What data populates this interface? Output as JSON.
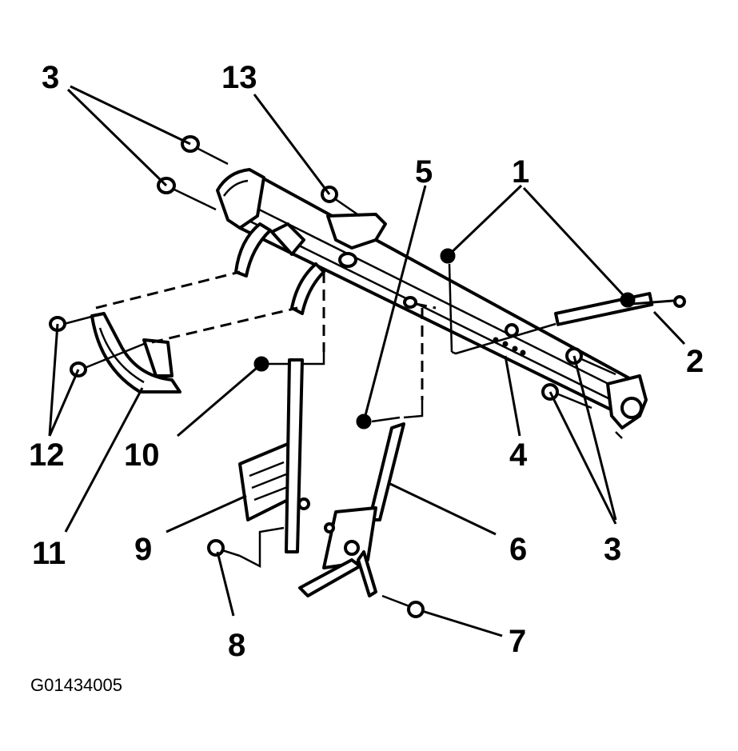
{
  "figure_id": "G01434005",
  "callouts": {
    "c1": "1",
    "c2": "2",
    "c3a": "3",
    "c3b": "3",
    "c4": "4",
    "c5": "5",
    "c6": "6",
    "c7": "7",
    "c8": "8",
    "c9": "9",
    "c10": "10",
    "c11": "11",
    "c12": "12",
    "c13": "13"
  }
}
